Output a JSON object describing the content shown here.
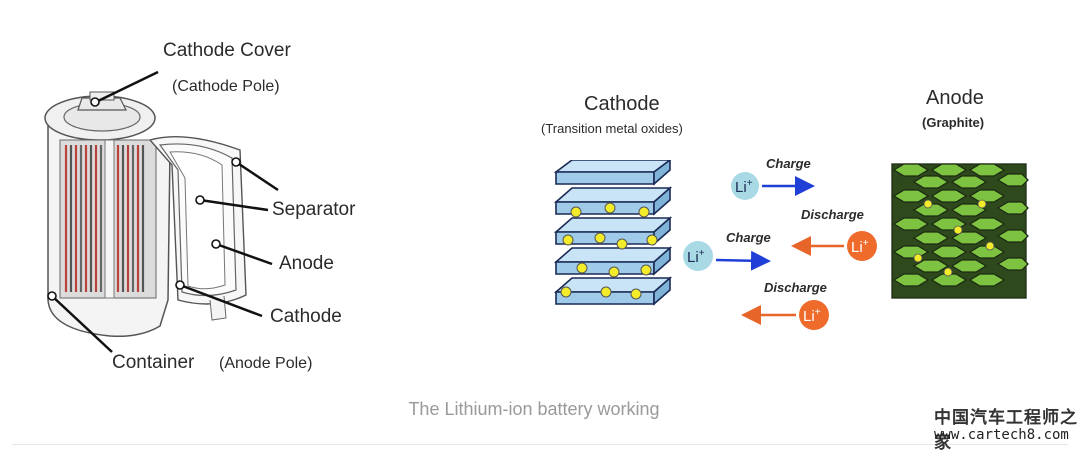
{
  "cylinder": {
    "labels": {
      "cathode_cover": "Cathode Cover",
      "cathode_pole": "(Cathode Pole)",
      "separator": "Separator",
      "anode": "Anode",
      "cathode": "Cathode",
      "container": "Container",
      "anode_pole": "(Anode Pole)"
    }
  },
  "cell": {
    "cathode_title": "Cathode",
    "cathode_sub": "(Transition metal oxides)",
    "anode_title": "Anode",
    "anode_sub": "(Graphite)",
    "ions": [
      {
        "text": "Li+",
        "label": "Charge",
        "direction": "right"
      },
      {
        "text": "Li+",
        "label": "Discharge",
        "direction": "left"
      },
      {
        "text": "Li+",
        "label": "Charge",
        "direction": "right"
      },
      {
        "text": "Li+",
        "label": "Discharge",
        "direction": "left"
      }
    ],
    "colors": {
      "plate": "#c9e4f7",
      "plate_edge": "#1a2a55",
      "dot": "#f3ec2a",
      "ion_blue": "#a9d9e4",
      "ion_orange": "#ef6b2c",
      "arrow_blue": "#1f3fd6",
      "arrow_orange": "#e8652a",
      "graphite": "#7ec241"
    }
  },
  "caption": "The Lithium-ion battery working",
  "watermark": {
    "line1": "中国汽车工程师之家",
    "line2": "www.cartech8.com"
  }
}
